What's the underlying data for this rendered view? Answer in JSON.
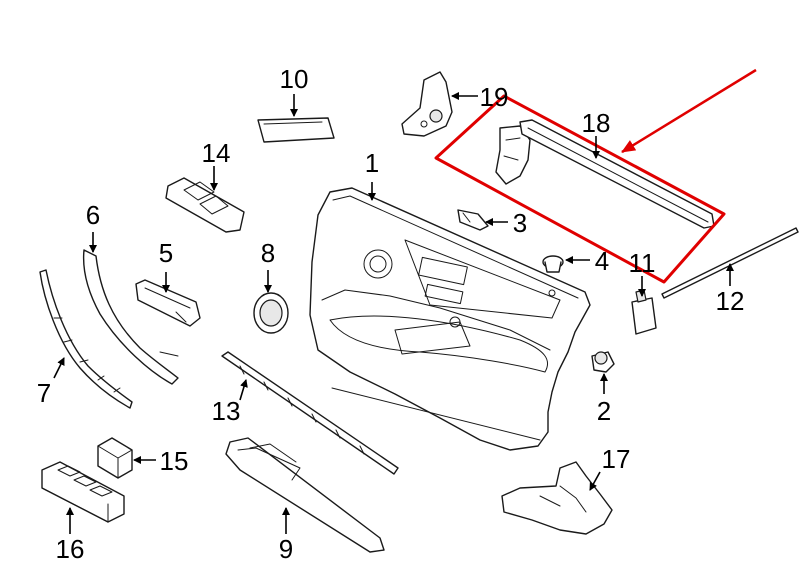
{
  "callouts": {
    "c1": "1",
    "c2": "2",
    "c3": "3",
    "c4": "4",
    "c5": "5",
    "c6": "6",
    "c7": "7",
    "c8": "8",
    "c9": "9",
    "c10": "10",
    "c11": "11",
    "c12": "12",
    "c13": "13",
    "c14": "14",
    "c15": "15",
    "c16": "16",
    "c17": "17",
    "c18": "18",
    "c19": "19"
  },
  "colors": {
    "highlight": "#e00000",
    "line": "#1a1a1a",
    "background": "#ffffff"
  },
  "highlighted_part": "18"
}
